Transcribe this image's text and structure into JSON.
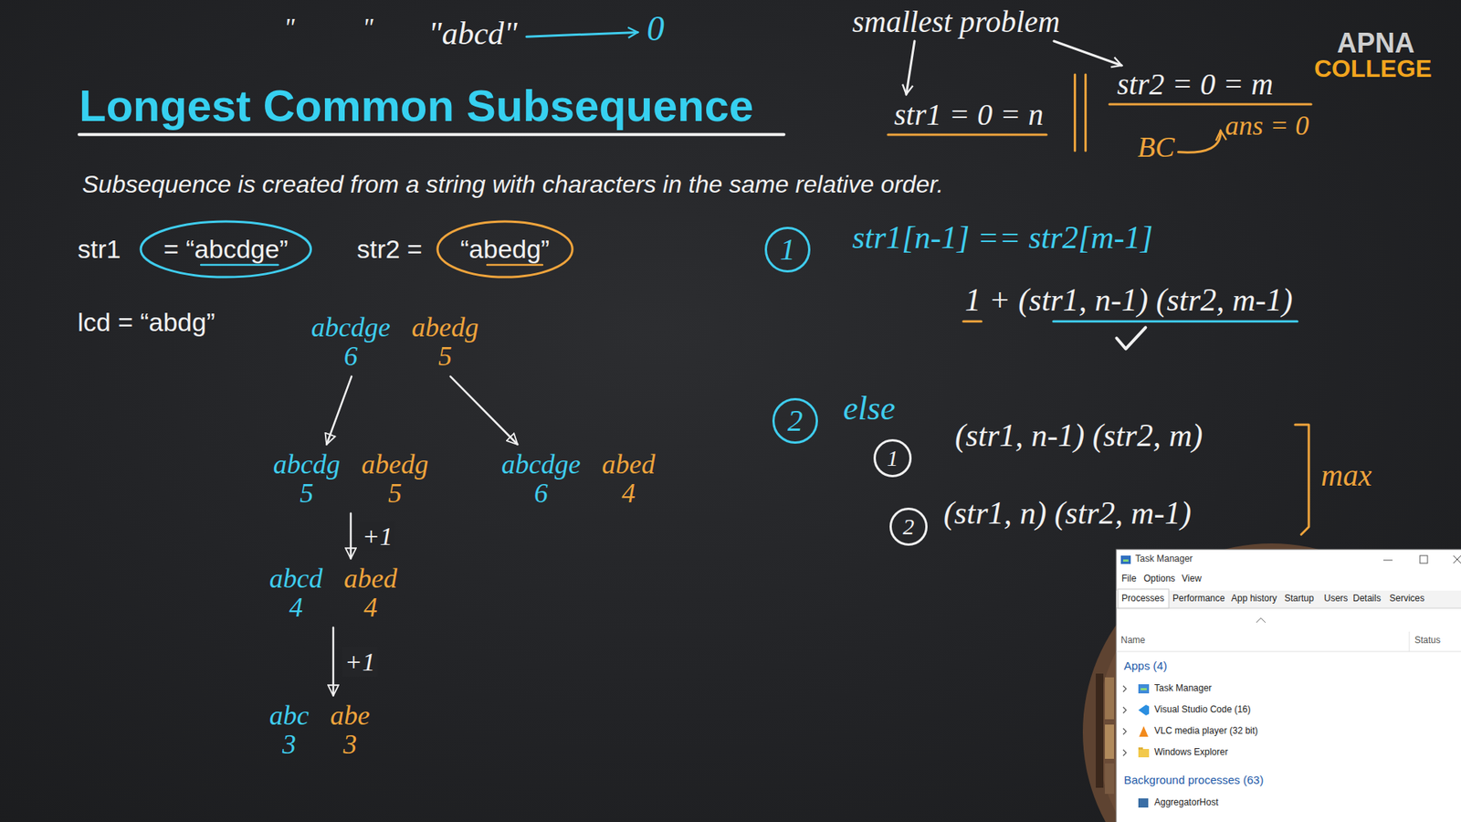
{
  "diagram": {
    "title": "Longest Common Subsequence",
    "caption": "Subsequence is created from a string with characters in the same relative order.",
    "nodes": [
      {
        "text": [
          "abcdge",
          "6",
          "abedg",
          "5"
        ]
      },
      {
        "text": [
          "abcdg",
          "5",
          "abedg",
          "5"
        ]
      },
      {
        "text": [
          "abcdge",
          "6",
          "abed",
          "4"
        ]
      },
      {
        "text": [
          "abcd",
          "4",
          "abed",
          "4"
        ]
      },
      {
        "text": [
          "abc",
          "3",
          "abe",
          "3"
        ]
      },
      {
        "text": [
          "1"
        ]
      },
      {
        "text": [
          "2"
        ]
      },
      {
        "text": [
          "1"
        ]
      },
      {
        "text": [
          "2"
        ]
      }
    ],
    "edges": [
      {
        "from": 0,
        "to": 1,
        "arrow": "to"
      },
      {
        "from": 0,
        "to": 2,
        "arrow": "to"
      },
      {
        "from": 1,
        "to": 3,
        "arrow": "to",
        "label": "+1"
      },
      {
        "from": 3,
        "to": 4,
        "arrow": "to",
        "label": "+1"
      }
    ],
    "labels": [
      "\"  \"",
      "\"abcd\"",
      "0",
      "smallest problem",
      "str1 = 0 = n",
      "str2 = 0 = m",
      "BC",
      "ans = 0",
      "APNA",
      "COLLEGE",
      "str1",
      "= “abcdge”",
      "str2 =",
      "“abedg”",
      "lcd = “abdg”",
      "str1[n-1] == str2[m-1]",
      "1 + (str1, n-1) (str2, m-1)",
      "else",
      "(str1, n-1) (str2, m)",
      "(str1, n) (str2, m-1)",
      "max",
      "Task Manager",
      "File",
      "Options",
      "View",
      "Processes",
      "Performance",
      "App history",
      "Startup",
      "Users",
      "Details",
      "Services",
      "Name",
      "Status",
      "Apps (4)",
      "Task Manager",
      "Visual Studio Code (16)",
      "VLC media player (32 bit)",
      "Windows Explorer",
      "Background processes (63)",
      "AggregatorHost"
    ]
  }
}
